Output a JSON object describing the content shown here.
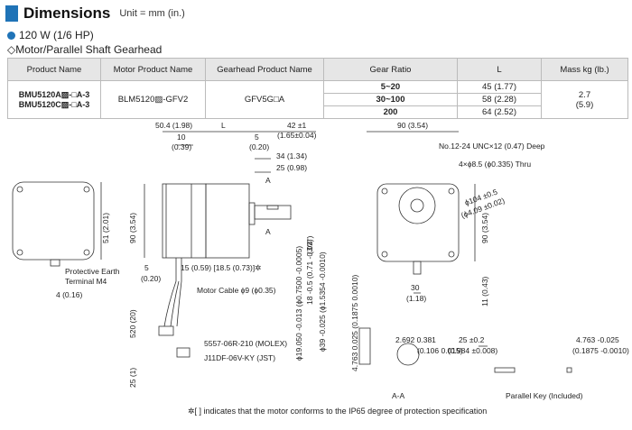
{
  "header": {
    "title": "Dimensions",
    "unit": "Unit = mm (in.)"
  },
  "subtitle": "120 W (1/6 HP)",
  "section": "◇Motor/Parallel Shaft Gearhead",
  "table": {
    "headers": [
      "Product Name",
      "Motor Product Name",
      "Gearhead Product Name",
      "Gear Ratio",
      "L",
      "Mass kg (lb.)"
    ],
    "product_names": [
      "BMU5120A▨-□A-3",
      "BMU5120C▨-□A-3"
    ],
    "motor": "BLM5120▨-GFV2",
    "gearhead": "GFV5G□A",
    "ratios": [
      "5~20",
      "30~100",
      "200"
    ],
    "lengths": [
      "45 (1.77)",
      "58 (2.28)",
      "64 (2.52)"
    ],
    "mass": "2.7",
    "mass_lb": "(5.9)"
  },
  "dims": {
    "d1": "50.4 (1.98)",
    "d2": "L",
    "d3": "42 ±1",
    "d4": "(1.65±0.04)",
    "d5": "10",
    "d6": "(0.39)",
    "d7": "5",
    "d8": "(0.20)",
    "d9": "34 (1.34)",
    "d10": "25 (0.98)",
    "d11": "A",
    "d12": "90 (3.54)",
    "d13": "51 (2.01)",
    "d14": "Protective Earth",
    "d15": "Terminal M4",
    "d16": "4 (0.16)",
    "d17": "5",
    "d18": "(0.20)",
    "d19": "15 (0.59) [18.5 (0.73)]✲",
    "d20": "Motor Cable ϕ9 (ϕ0.35)",
    "d21": "520 (20)",
    "d22": "5557-06R-210 (MOLEX)",
    "d23": "J11DF-06V-KY (JST)",
    "d24": "25 (1)",
    "d25": "ϕ19.050 -0.013 (ϕ0.7500 -0.0005)",
    "d26": "18 -0.5 (0.71 -0.02)",
    "d27": "ϕ39 -0.025 (ϕ1.5354 -0.0010)",
    "d28": "(3/4\")",
    "d29": "90 (3.54)",
    "d30": "No.12-24 UNC×12 (0.47) Deep",
    "d31": "4×ϕ8.5 (ϕ0.335) Thru",
    "d32": "ϕ104 ±0.5",
    "d33": "(ϕ4.09 ±0.02)",
    "d34": "90 (3.54)",
    "d35": "30",
    "d36": "(1.18)",
    "d37": "11 (0.43)",
    "d38": "4.763 0.025 (0.1875 0.0010)",
    "d39": "2.692 0.381",
    "d40": "(0.106 0.015)",
    "d41": "25 ±0.2",
    "d42": "(0.984 ±0.008)",
    "d43": "4.763 -0.025",
    "d44": "(0.1875 -0.0010)",
    "d45": "A-A",
    "d46": "Parallel Key (Included)"
  },
  "footnote": "✲[ ] indicates that the motor conforms to the IP65 degree of protection specification"
}
